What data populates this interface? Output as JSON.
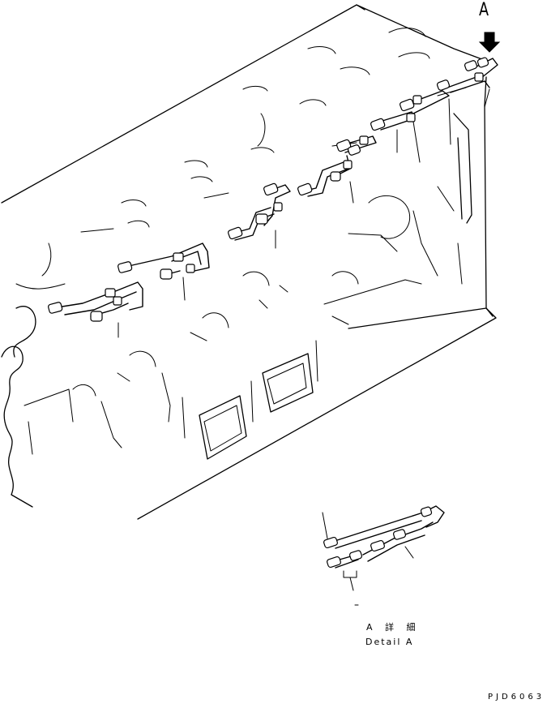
{
  "view": {
    "label": "A"
  },
  "detail": {
    "title_jp": "A 詳 細",
    "title_en": "Detail A"
  },
  "figure": {
    "code": "PJD6063"
  },
  "icons": {
    "view_arrow": "down-arrow-icon"
  }
}
